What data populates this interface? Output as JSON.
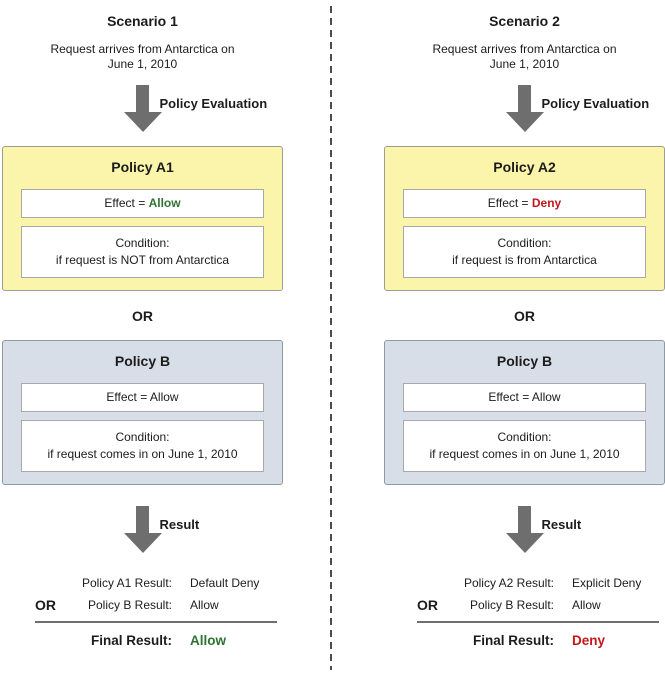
{
  "colors": {
    "policy_a_bg": "#fbf5ac",
    "policy_b_bg": "#d7dee7",
    "allow_green": "#2f7232",
    "deny_red": "#c2171d",
    "arrow_gray": "#6e6e6e"
  },
  "scenarios": [
    {
      "title": "Scenario 1",
      "request_line1": "Request arrives from Antarctica on",
      "request_line2": "June 1, 2010",
      "policy_eval_label": "Policy Evaluation",
      "policy_a": {
        "title": "Policy A1",
        "effect_prefix": "Effect = ",
        "effect_value": "Allow",
        "effect_value_color": "#2f7232",
        "condition_line1": "Condition:",
        "condition_line2": "if request is NOT from Antarctica"
      },
      "or_label": "OR",
      "policy_b": {
        "title": "Policy B",
        "effect_text": "Effect = Allow",
        "condition_line1": "Condition:",
        "condition_line2": "if request comes in on June 1, 2010"
      },
      "result_arrow_label": "Result",
      "results": {
        "rows": [
          {
            "or": "",
            "label": "Policy A1 Result:",
            "value": "Default Deny"
          },
          {
            "or": "OR",
            "label": "Policy B Result:",
            "value": "Allow"
          }
        ],
        "final_label": "Final Result:",
        "final_value": "Allow",
        "final_value_color": "#2f7232"
      }
    },
    {
      "title": "Scenario 2",
      "request_line1": "Request arrives from Antarctica on",
      "request_line2": "June 1, 2010",
      "policy_eval_label": "Policy Evaluation",
      "policy_a": {
        "title": "Policy A2",
        "effect_prefix": "Effect = ",
        "effect_value": "Deny",
        "effect_value_color": "#c2171d",
        "condition_line1": "Condition:",
        "condition_line2": "if request is from Antarctica"
      },
      "or_label": "OR",
      "policy_b": {
        "title": "Policy B",
        "effect_text": "Effect = Allow",
        "condition_line1": "Condition:",
        "condition_line2": "if request comes in on June 1, 2010"
      },
      "result_arrow_label": "Result",
      "results": {
        "rows": [
          {
            "or": "",
            "label": "Policy A2 Result:",
            "value": "Explicit Deny"
          },
          {
            "or": "OR",
            "label": "Policy B Result:",
            "value": "Allow"
          }
        ],
        "final_label": "Final Result:",
        "final_value": "Deny",
        "final_value_color": "#c2171d"
      }
    }
  ]
}
